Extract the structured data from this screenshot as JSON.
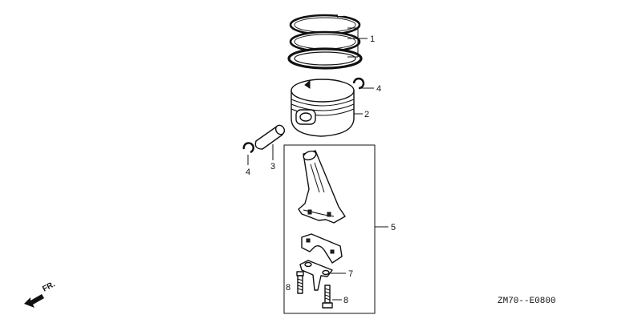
{
  "diagram": {
    "callouts": [
      {
        "id": "1",
        "label": "1"
      },
      {
        "id": "2",
        "label": "2"
      },
      {
        "id": "3",
        "label": "3"
      },
      {
        "id": "4a",
        "label": "4"
      },
      {
        "id": "4b",
        "label": "4"
      },
      {
        "id": "5",
        "label": "5"
      },
      {
        "id": "7",
        "label": "7"
      },
      {
        "id": "8a",
        "label": "8"
      },
      {
        "id": "8b",
        "label": "8"
      }
    ],
    "direction_label": "FR.",
    "diagram_code": "ZM70--E0800"
  }
}
